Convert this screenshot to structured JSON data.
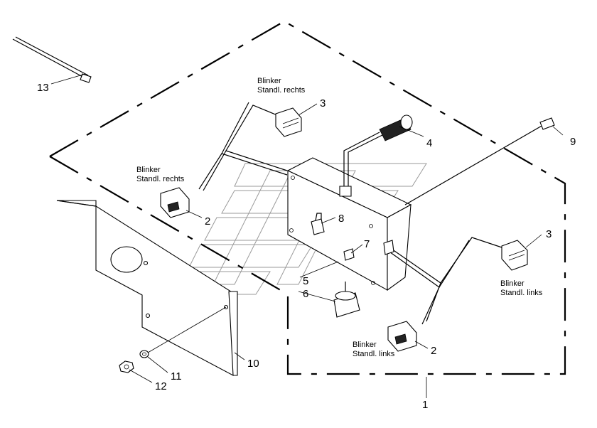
{
  "callouts": {
    "n1": "1",
    "n2a": "2",
    "n2b": "2",
    "n3a": "3",
    "n3b": "3",
    "n4": "4",
    "n5": "5",
    "n6": "6",
    "n7": "7",
    "n8": "8",
    "n9": "9",
    "n10": "10",
    "n11": "11",
    "n12": "12",
    "n13": "13"
  },
  "labels": {
    "top_right_l1": "Blinker",
    "top_right_l2": "Standl. rechts",
    "left_right_l1": "Blinker",
    "left_right_l2": "Standl. rechts",
    "right_left_l1": "Blinker",
    "right_left_l2": "Standl. links",
    "bottom_left_l1": "Blinker",
    "bottom_left_l2": "Standl. links"
  }
}
